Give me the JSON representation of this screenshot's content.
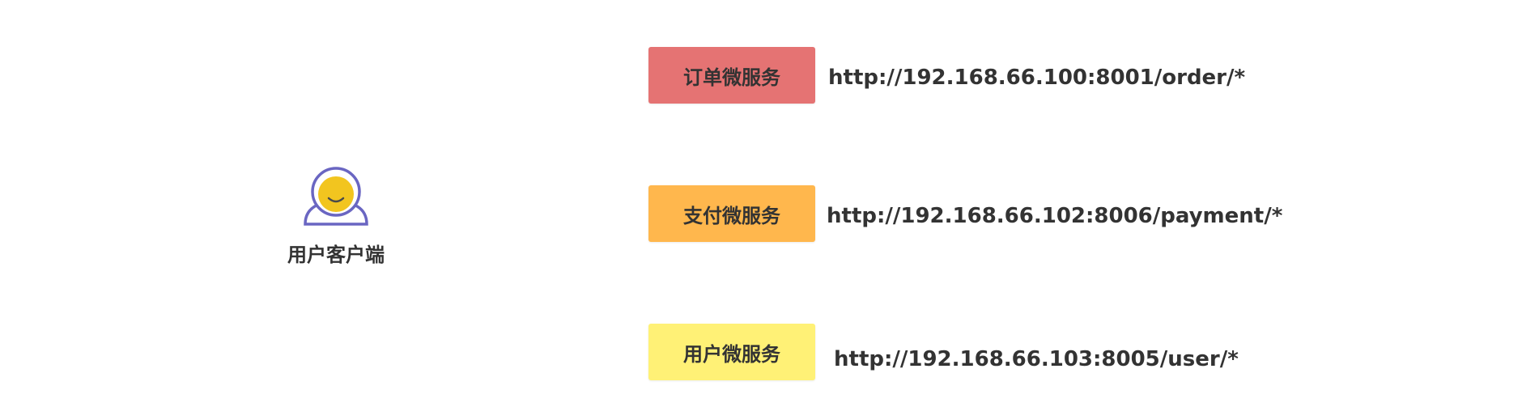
{
  "client": {
    "label": "用户客户端",
    "icon": "user-avatar-icon",
    "colors": {
      "outline": "#6a66c2",
      "face": "#f2c51f",
      "smile": "#4a4a4a"
    }
  },
  "services": [
    {
      "name": "订单微服务",
      "url": "http://192.168.66.100:8001/order/*",
      "color": "#e57373"
    },
    {
      "name": "支付微服务",
      "url": "http://192.168.66.102:8006/payment/*",
      "color": "#ffb74d"
    },
    {
      "name": "用户微服务",
      "url": "http://192.168.66.103:8005/user/*",
      "color": "#fff176"
    }
  ]
}
